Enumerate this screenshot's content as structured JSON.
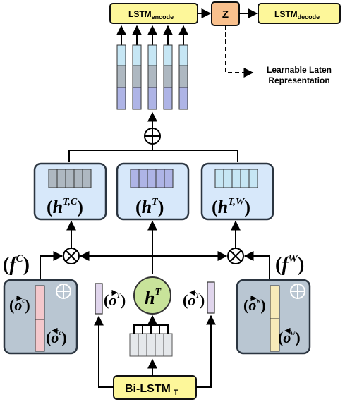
{
  "lstm_encode": {
    "main": "LSTM",
    "sub": "encode"
  },
  "z_label": "Z",
  "lstm_decode": {
    "main": "LSTM",
    "sub": "decode"
  },
  "latent_label": {
    "line1": "Learnable Laten",
    "line2": "Representation"
  },
  "concat_symbol": "⊕",
  "mult_symbol": "⊗",
  "hidden_boxes": [
    {
      "base": "h",
      "sup": "T,C"
    },
    {
      "base": "h",
      "sup": "T"
    },
    {
      "base": "h",
      "sup": "T,W"
    }
  ],
  "f_c": {
    "base": "f",
    "sup": "C"
  },
  "f_w": {
    "base": "f",
    "sup": "W"
  },
  "center_node": {
    "base": "h",
    "sup": "T"
  },
  "left_vec_label": {
    "base": "o",
    "sup": "T"
  },
  "right_vec_label": {
    "base": "o",
    "sup": "T"
  },
  "left_box": {
    "top_sup": "c",
    "bottom_sup": "c"
  },
  "right_box": {
    "top_sup": "w",
    "bottom_sup": "w"
  },
  "bilstm": {
    "main": "Bi-LSTM",
    "sub": "T"
  },
  "colors": {
    "yellow_box": "#fdf79a",
    "z_box": "#f9c08d",
    "blue_box": "#d7e8fa",
    "gray_box": "#b9c6d2",
    "green_node": "#c8e39a",
    "cell_cyan": "#c6e6f4",
    "cell_gray": "#aeb8c1",
    "cell_blue": "#aeb4e6",
    "pink": "#f4c8cc",
    "cream": "#f7eab9",
    "lavender": "#e0d5ec"
  }
}
